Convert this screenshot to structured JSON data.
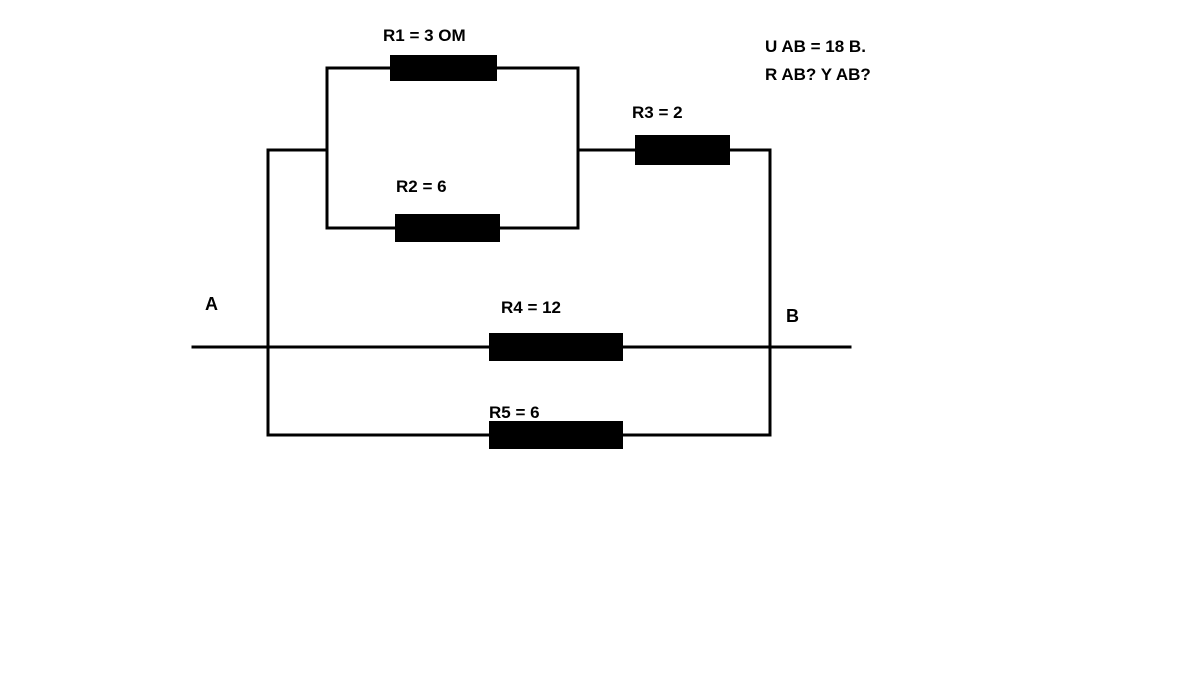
{
  "colors": {
    "wire": "#000000",
    "resistor_fill": "#000000",
    "background": "#ffffff",
    "text": "#000000"
  },
  "circuit": {
    "resistors": [
      {
        "id": "R1",
        "label": "R1 = 3 OM",
        "value_ohms": 3
      },
      {
        "id": "R2",
        "label": "R2 = 6",
        "value_ohms": 6
      },
      {
        "id": "R3",
        "label": "R3 = 2",
        "value_ohms": 2
      },
      {
        "id": "R4",
        "label": "R4 = 12",
        "value_ohms": 12
      },
      {
        "id": "R5",
        "label": "R5 = 6",
        "value_ohms": 6
      }
    ],
    "terminals": {
      "a": "A",
      "b": "B"
    }
  },
  "problem": {
    "line1": "U AB = 18 B.",
    "line2": "R AB? Y AB?"
  }
}
